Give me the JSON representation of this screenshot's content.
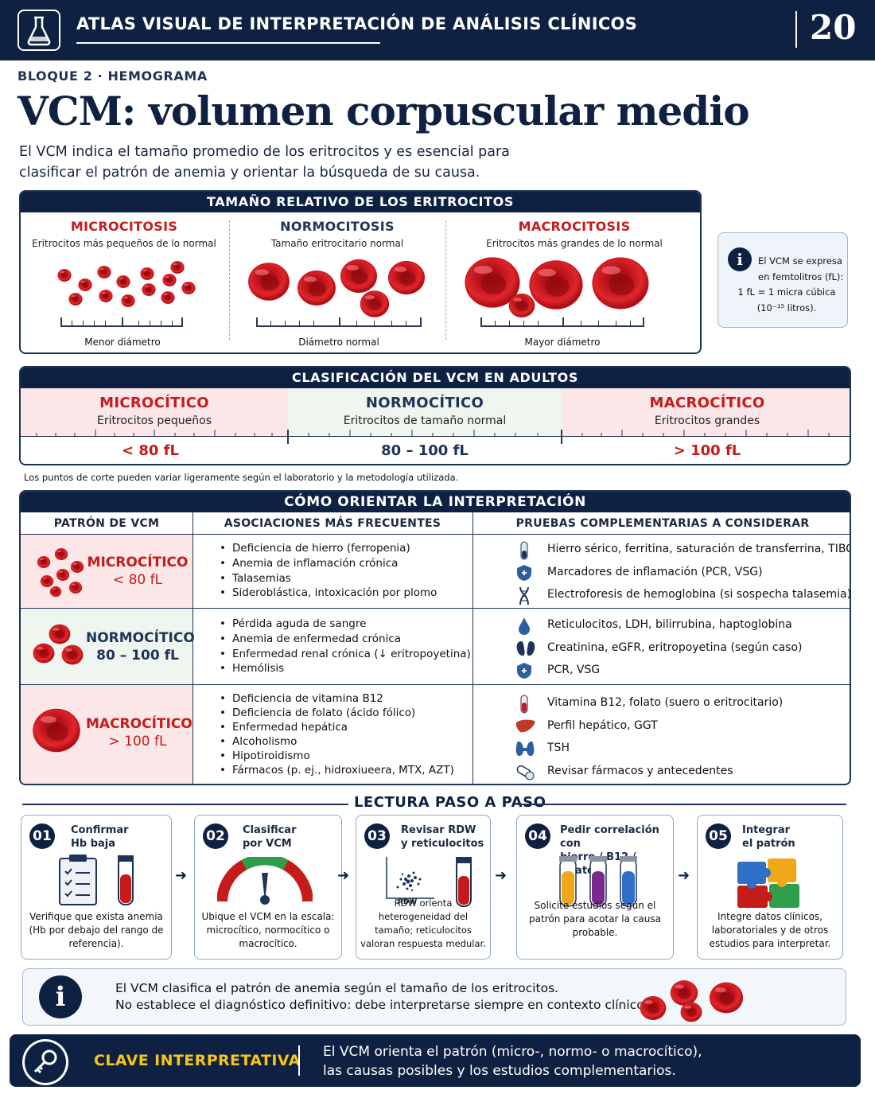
{
  "header": {
    "title": "ATLAS VISUAL DE INTERPRETACIÓN DE ANÁLISIS CLÍNICOS",
    "page_number": "20",
    "icon": "flask-icon"
  },
  "kicker": "BLOQUE 2 · HEMOGRAMA",
  "title": "VCM: volumen corpuscular medio",
  "lead": "El VCM indica el tamaño promedio de los eritrocitos y es esencial para clasificar el patrón de anemia y orientar la búsqueda de su causa.",
  "size_panel": {
    "heading": "TAMAÑO RELATIVO DE LOS ERITROCITOS",
    "columns": [
      {
        "title": "MICROCITOSIS",
        "subtitle": "Eritrocitos más pequeños de lo normal",
        "scale": "Menor diámetro"
      },
      {
        "title": "NORMOCITOSIS",
        "subtitle": "Tamaño eritrocitario normal",
        "scale": "Diámetro normal"
      },
      {
        "title": "MACROCITOSIS",
        "subtitle": "Eritrocitos más grandes de lo normal",
        "scale": "Mayor diámetro"
      }
    ]
  },
  "info_box": {
    "icon": "info-icon",
    "line1": "El VCM se expresa",
    "line2": "en femtolitros (fL):",
    "line3": "1 fL = 1 micra cúbica",
    "line4": "(10⁻¹⁵ litros)."
  },
  "classification": {
    "heading": "CLASIFICACIÓN DEL VCM EN ADULTOS",
    "bands": [
      {
        "title": "MICROCÍTICO",
        "subtitle": "Eritrocitos pequeños",
        "value": "< 80 fL"
      },
      {
        "title": "NORMOCÍTICO",
        "subtitle": "Eritrocitos de tamaño normal",
        "value": "80 – 100 fL"
      },
      {
        "title": "MACROCÍTICO",
        "subtitle": "Eritrocitos grandes",
        "value": "> 100 fL"
      }
    ],
    "footnote": "Los puntos de corte pueden variar ligeramente según el laboratorio y la metodología utilizada."
  },
  "interpretation": {
    "heading": "CÓMO ORIENTAR LA INTERPRETACIÓN",
    "columns": [
      "PATRÓN DE VCM",
      "ASOCIACIONES MÁS FRECUENTES",
      "PRUEBAS COMPLEMENTARIAS A CONSIDERAR"
    ],
    "rows": [
      {
        "name": "MICROCÍTICO",
        "range": "< 80 fL",
        "associations": [
          "Deficiencia de hierro (ferropenia)",
          "Anemia de inflamación crónica",
          "Talasemias",
          "Sideroblástica, intoxicación por plomo"
        ],
        "tests": [
          {
            "icon": "test-tube-icon",
            "text": "Hierro sérico, ferritina, saturación de transferrina, TIBC"
          },
          {
            "icon": "shield-icon",
            "text": "Marcadores de inflamación (PCR, VSG)"
          },
          {
            "icon": "dna-icon",
            "text": "Electroforesis de hemoglobina (si sospecha talasemia)"
          }
        ]
      },
      {
        "name": "NORMOCÍTICO",
        "range": "80 – 100 fL",
        "associations": [
          "Pérdida aguda de sangre",
          "Anemia de enfermedad crónica",
          "Enfermedad renal crónica (↓ eritropoyetina)",
          "Hemólisis"
        ],
        "tests": [
          {
            "icon": "blood-drop-icon",
            "text": "Reticulocitos, LDH, bilirrubina, haptoglobina"
          },
          {
            "icon": "kidney-icon",
            "text": "Creatinina, eGFR, eritropoyetina (según caso)"
          },
          {
            "icon": "shield-icon",
            "text": "PCR, VSG"
          }
        ]
      },
      {
        "name": "MACROCÍTICO",
        "range": "> 100 fL",
        "associations": [
          "Deficiencia de vitamina B12",
          "Deficiencia de folato (ácido fólico)",
          "Enfermedad hepática",
          "Alcoholismo",
          "Hipotiroidismo",
          "Fármacos (p. ej., hidroxiueera, MTX, AZT)"
        ],
        "tests": [
          {
            "icon": "test-tube-icon",
            "text": "Vitamina B12, folato (suero o eritrocitario)"
          },
          {
            "icon": "liver-icon",
            "text": "Perfil hepático, GGT"
          },
          {
            "icon": "thyroid-icon",
            "text": "TSH"
          },
          {
            "icon": "pill-icon",
            "text": "Revisar fármacos y antecedentes"
          }
        ]
      }
    ]
  },
  "steps": {
    "heading": "LECTURA PASO A PASO",
    "items": [
      {
        "num": "01",
        "title1": "Confirmar",
        "title2": "Hb baja",
        "icon": "clipboard-icon",
        "text": "Verifique que exista anemia (Hb por debajo del rango de referencia)."
      },
      {
        "num": "02",
        "title1": "Clasificar",
        "title2": "por VCM",
        "icon": "gauge-icon",
        "text": "Ubique el VCM en la escala: microcítico, normocítico o macrocítico."
      },
      {
        "num": "03",
        "title1": "Revisar RDW",
        "title2": "y reticulocitos",
        "icon": "scatter-icon",
        "icon_label": "RDW",
        "text": "RDW orienta heterogeneidad del tamaño; reticulocitos valoran respuesta medular."
      },
      {
        "num": "04",
        "title1": "Pedir correlación con",
        "title2": "hierro / B12 / folato",
        "icon": "test-tubes-icon",
        "text": "Solicite estudios según el patrón para acotar la causa probable."
      },
      {
        "num": "05",
        "title1": "Integrar",
        "title2": "el patrón",
        "icon": "puzzle-icon",
        "text": "Integre datos clínicos, laboratoriales y de otros estudios para interpretar."
      }
    ]
  },
  "note": {
    "line1": "El VCM clasifica el patrón de anemia según el tamaño de los eritrocitos.",
    "line2": "No establece el diagnóstico definitivo: debe interpretarse siempre en contexto clínico."
  },
  "key": {
    "label": "CLAVE INTERPRETATIVA",
    "line1": "El VCM orienta el patrón (micro-, normo- o macrocítico),",
    "line2": "las causas posibles y los estudios complementarios."
  },
  "colors": {
    "navy": "#0e2142",
    "red": "#c61b1b",
    "pink": "#fbe7e7",
    "green": "#eef6ef",
    "gold": "#f5c518"
  }
}
